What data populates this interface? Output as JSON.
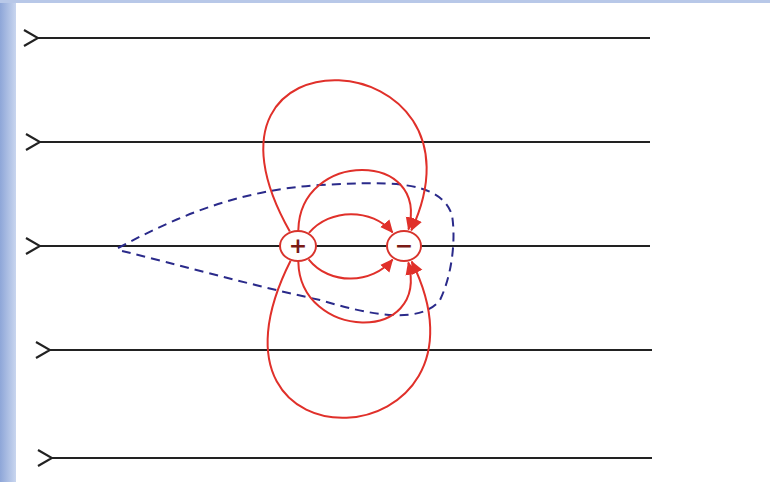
{
  "diagram": {
    "nodes": [
      {
        "text": [
          "+"
        ]
      },
      {
        "text": [
          "−"
        ]
      }
    ],
    "edges": [
      {
        "from": 0,
        "to": 1,
        "arrow": "to"
      },
      {
        "from": 0,
        "to": 1,
        "arrow": "to"
      },
      {
        "from": 0,
        "to": 1,
        "arrow": "to"
      },
      {
        "from": 0,
        "to": 1,
        "arrow": "to"
      },
      {
        "from": 0,
        "to": 1,
        "arrow": "to"
      },
      {
        "from": 0,
        "to": 1,
        "arrow": "to"
      }
    ]
  }
}
